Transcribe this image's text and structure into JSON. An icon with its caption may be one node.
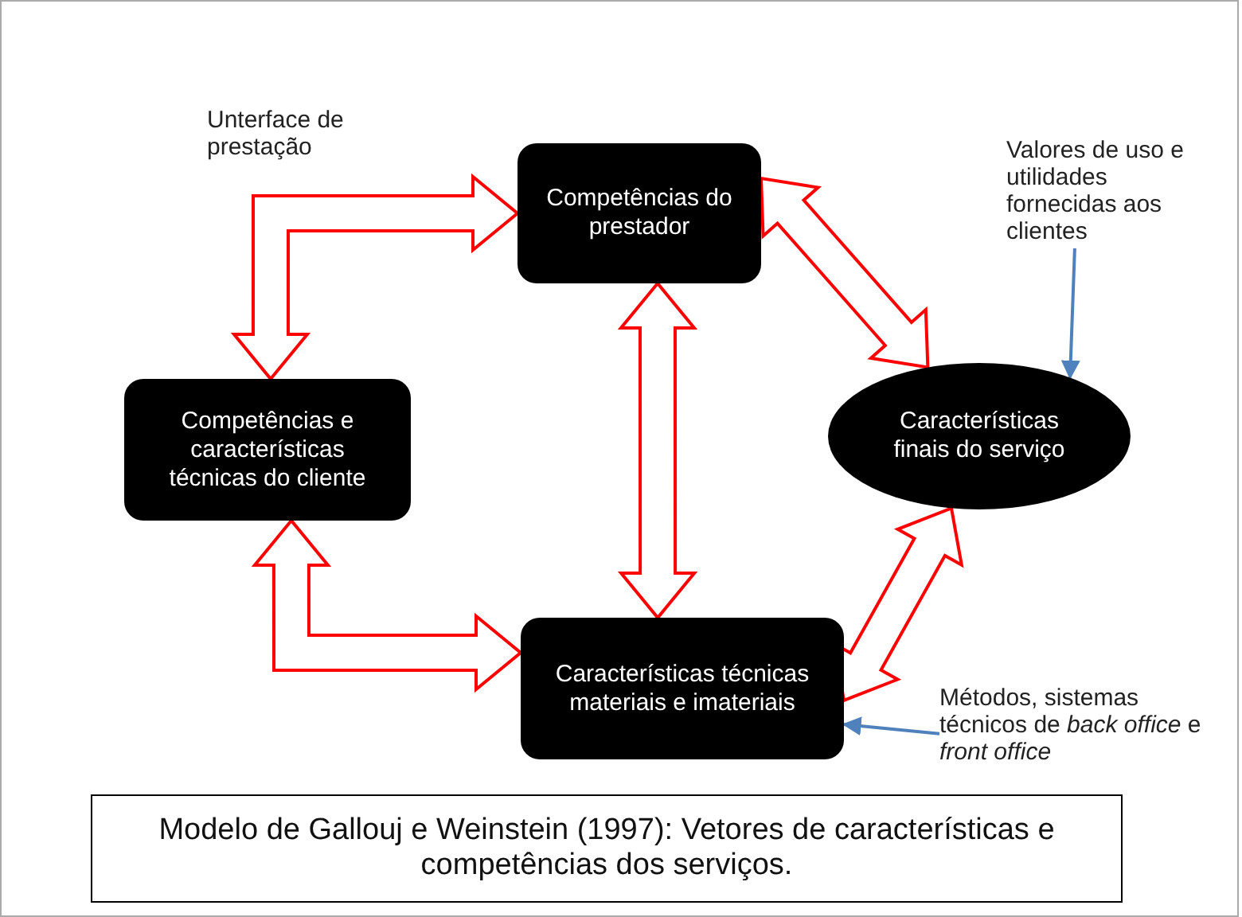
{
  "diagram": {
    "caption": "Modelo de Gallouj e Weinstein (1997): Vetores de características e competências dos serviços.",
    "nodes": [
      {
        "text": [
          "Competências do prestador"
        ]
      },
      {
        "text": [
          "Competências e características técnicas do cliente"
        ]
      },
      {
        "text": [
          "Características finais do serviço"
        ]
      },
      {
        "text": [
          "Características técnicas materiais e imateriais"
        ]
      },
      {
        "text": [
          "Valores de uso e utilidades fornecidas aos clientes"
        ]
      },
      {
        "text": [
          "Métodos, sistemas técnicos de *back office* e *front office*"
        ]
      }
    ],
    "edges": [
      {
        "from": 1,
        "to": 0,
        "arrow": "both",
        "style": "thick"
      },
      {
        "from": 1,
        "to": 3,
        "arrow": "both",
        "style": "thick"
      },
      {
        "from": 0,
        "to": 3,
        "arrow": "both",
        "style": "thick"
      },
      {
        "from": 0,
        "to": 2,
        "arrow": "both",
        "style": "thick"
      },
      {
        "from": 3,
        "to": 2,
        "arrow": "both",
        "style": "thick"
      },
      {
        "from": 4,
        "to": 2,
        "arrow": "to",
        "color": "#4f81bd"
      },
      {
        "from": 5,
        "to": 3,
        "arrow": "to",
        "color": "#4f81bd"
      }
    ],
    "labels": [
      "Unterface de prestação"
    ]
  }
}
